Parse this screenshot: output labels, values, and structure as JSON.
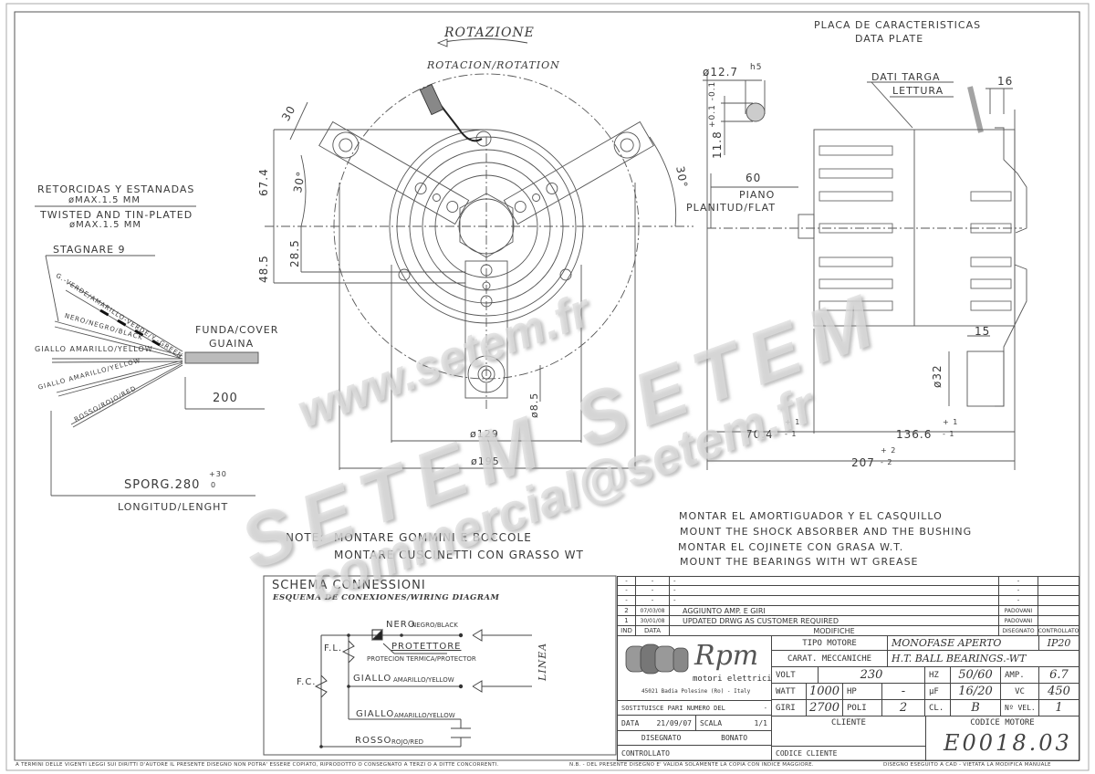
{
  "drawing": {
    "rotation": {
      "title": "ROTAZIONE",
      "subtitle": "ROTACION/ROTATION"
    },
    "data_plate": {
      "line1": "PLACA DE CARACTERISTICAS",
      "line2": "DATA PLATE"
    },
    "dati_targa": {
      "line1": "DATI TARGA",
      "line2": "LETTURA"
    },
    "leads_note": {
      "es_line1": "RETORCIDAS Y ESTANADAS",
      "es_line2": "øMAX.1.5 MM",
      "en_line1": "TWISTED AND TIN-PLATED",
      "en_line2": "øMAX.1.5 MM",
      "stagnare": "STAGNARE 9"
    },
    "wires": [
      "G.-VERDE/AMARILLO-VERDE/Y.-GREEN",
      "NERO/NEGRO/BLACK",
      "GIALLO AMARILLO/YELLOW",
      "GIALLO AMARILLO/YELLOW",
      "ROSSO/ROJO/RED"
    ],
    "cover": {
      "line1": "FUNDA/COVER",
      "line2": "GUAINA"
    },
    "dimensions": {
      "d200": "200",
      "sporg": "SPORG.280",
      "sporg_tol_plus": "+30",
      "sporg_tol_minus": "0",
      "length_label": "LONGITUD/LENGHT",
      "d30": "30",
      "d67_4": "67.4",
      "d48_5": "48.5",
      "d28_5": "28.5",
      "angle_left": "30°",
      "angle_right": "30°",
      "dia129": "ø129",
      "dia195": "ø195",
      "dia8_5": "ø8.5",
      "shaft_dia": "ø12.7",
      "shaft_tol": "h5",
      "flat_dim": "11.8",
      "flat_tol": "+0.1 -0.1",
      "d60": "60",
      "piano": "PIANO",
      "planitud": "PLANITUD/FLAT",
      "d16": "16",
      "d15": "15",
      "dia32": "ø32",
      "d70_4": "70.4",
      "d136_6": "136.6",
      "d207": "207",
      "tol1_plus": "+ 1",
      "tol1_minus": "- 1",
      "tol2_plus": "+ 2",
      "tol2_minus": "- 2"
    },
    "note_it": {
      "label": "NOTE:",
      "line1": "MONTARE GOMMINI E BOCCOLE",
      "line2": "MONTARE CUSCINETTI CON GRASSO WT"
    },
    "note_es_en": [
      "MONTAR EL AMORTIGUADOR Y EL CASQUILLO",
      "MOUNT THE SHOCK ABSORBER AND THE BUSHING",
      "MONTAR EL COJINETE CON GRASA W.T.",
      "MOUNT THE BEARINGS WITH WT GREASE"
    ],
    "watermark": {
      "site": "www.setem.fr",
      "brand": "SETEM SETEM",
      "email": "commercial@setem.fr",
      "site2": "setem.fr"
    }
  },
  "wiring": {
    "title": "SCHEMA CONNESSIONI",
    "subtitle": "ESQUEMA DE CONEXIONES/WIRING DIAGRAM",
    "nero": "NERO",
    "nero_sub": "NEGRO/BLACK",
    "protettore": "PROTETTORE",
    "protettore_sub": "PROTECION TERMICA/PROTECTOR",
    "fl": "F.L.",
    "fc": "F.C.",
    "giallo1": "GIALLO",
    "giallo1_sub": "AMARILLO/YELLOW",
    "giallo2": "GIALLO",
    "giallo2_sub": "AMARILLO/YELLOW",
    "rosso": "ROSSO",
    "rosso_sub": "ROJO/RED",
    "linea": "LINEA"
  },
  "revisions": {
    "rows": [
      {
        "ind": "-",
        "data": "-",
        "desc": "-",
        "dis": "-",
        "ctrl": ""
      },
      {
        "ind": "-",
        "data": "-",
        "desc": "-",
        "dis": "-",
        "ctrl": ""
      },
      {
        "ind": "-",
        "data": "-",
        "desc": "-",
        "dis": "-",
        "ctrl": ""
      },
      {
        "ind": "2",
        "data": "07/03/08",
        "desc": "AGGIUNTO AMP. E GIRI",
        "dis": "PADOVANI",
        "ctrl": ""
      },
      {
        "ind": "1",
        "data": "30/01/08",
        "desc": "UPDATED DRWG AS CUSTOMER REQUIRED",
        "dis": "PADOVANI",
        "ctrl": ""
      }
    ],
    "headers": {
      "ind": "IND",
      "data": "DATA",
      "desc": "MODIFICHE",
      "dis": "DISEGNATO",
      "ctrl": "CONTROLLATO"
    }
  },
  "company": {
    "logo_text": "Rpm",
    "tagline": "motori elettrici",
    "address": "45021 Badia Polesine (Ro) - Italy"
  },
  "specs": {
    "tipo_label": "TIPO MOTORE",
    "tipo_value": "MONOFASE APERTO",
    "ip": "IP20",
    "carat_label": "CARAT. MECCANICHE",
    "carat_value": "H.T. BALL BEARINGS.-WT",
    "volt_label": "VOLT",
    "volt": "230",
    "hz_label": "HZ",
    "hz": "50/60",
    "amp_label": "AMP.",
    "amp": "6.7",
    "watt_label": "WATT",
    "watt": "1000",
    "hp_label": "HP",
    "hp": "-",
    "uf_label": "µF",
    "uf": "16/20",
    "vc_label": "VC",
    "vc": "450",
    "giri_label": "GIRI",
    "giri": "2700",
    "poli_label": "POLI",
    "poli": "2",
    "cl_label": "CL.",
    "cl": "B",
    "vel_label": "Nº VEL.",
    "vel": "1"
  },
  "meta": {
    "sostituisce": "SOSTITUISCE PARI NUMERO DEL",
    "sostituisce_val": "-",
    "data_label": "DATA",
    "data": "21/09/07",
    "scala_label": "SCALA",
    "scala": "1/1",
    "disegnato_label": "DISEGNATO",
    "disegnato": "BONATO",
    "controllato_label": "CONTROLLATO",
    "cliente_label": "CLIENTE",
    "codice_cliente_label": "CODICE CLIENTE",
    "codice_motore_label": "CODICE MOTORE",
    "codice_motore": "E0018.03"
  },
  "footer": {
    "copyright": "A TERMINI DELLE VIGENTI LEGGI SUI DIRITTI D'AUTORE IL PRESENTE DISEGNO NON POTRA' ESSERE COPIATO, RIPRODOTTO O CONSEGNATO A TERZI O A DITTE CONCORRENTI.",
    "nb": "N.B. - DEL PRESENTE DISEGNO E' VALIDA SOLAMENTE LA COPIA CON INDICE MAGGIORE.",
    "cad": "DISEGNO ESEGUITO A CAD - VIETATA LA MODIFICA MANUALE"
  }
}
